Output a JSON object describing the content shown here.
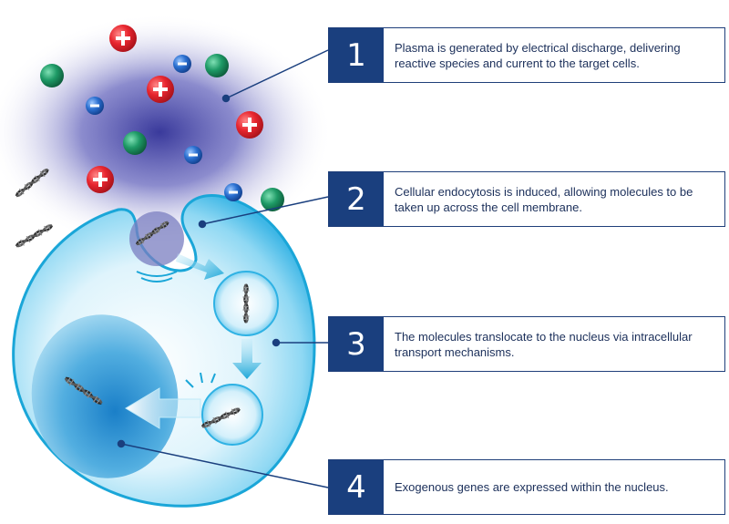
{
  "steps": [
    {
      "number": "1",
      "text": "Plasma is generated by electrical discharge, delivering reactive species and current to the target cells."
    },
    {
      "number": "2",
      "text": "Cellular endocytosis is induced, allowing molecules to be taken up across the cell membrane."
    },
    {
      "number": "3",
      "text": "The molecules translocate to the nucleus via intracellular transport mechanisms."
    },
    {
      "number": "4",
      "text": "Exogenous genes are expressed within the nucleus."
    }
  ],
  "colors": {
    "box_fill": "#1a3f7e",
    "box_border": "#1f3f7a",
    "text": "#1b2f5a",
    "cell": "#7fd2f0",
    "nucleus": "#2a8ed0",
    "arrow": "#1aa6d8",
    "plasma": "#3b3f9f",
    "positive_ion": "#e8262f",
    "negative_ion": "#2a6fd0",
    "neutral": "#1e9a66"
  },
  "icons": [
    "plus-ion-icon",
    "minus-ion-icon",
    "neutral-particle-icon",
    "dna-icon",
    "arrow-icon"
  ]
}
